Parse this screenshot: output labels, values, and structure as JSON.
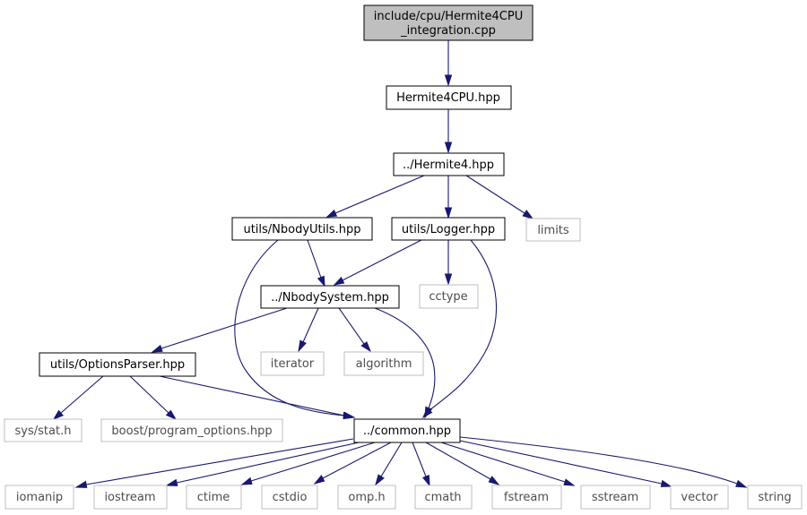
{
  "diagram": {
    "type": "include-dependency-graph",
    "colors": {
      "root_fill": "#bfbfbf",
      "root_border": "#000000",
      "file_fill": "#ffffff",
      "file_border": "#000000",
      "external_border": "#bfbfbf",
      "edge": "#191970"
    },
    "nodes": {
      "root": {
        "lines": [
          "include/cpu/Hermite4CPU",
          "_integration.cpp"
        ]
      },
      "hermite4cpu_hpp": {
        "label": "Hermite4CPU.hpp"
      },
      "hermite4_hpp": {
        "label": "../Hermite4.hpp"
      },
      "nbodyutils_hpp": {
        "label": "utils/NbodyUtils.hpp"
      },
      "logger_hpp": {
        "label": "utils/Logger.hpp"
      },
      "limits": {
        "label": "limits"
      },
      "nbodysystem_hpp": {
        "label": "../NbodySystem.hpp"
      },
      "cctype": {
        "label": "cctype"
      },
      "optionsparser_hpp": {
        "label": "utils/OptionsParser.hpp"
      },
      "iterator": {
        "label": "iterator"
      },
      "algorithm": {
        "label": "algorithm"
      },
      "sys_stat_h": {
        "label": "sys/stat.h"
      },
      "boost_program_options_hpp": {
        "label": "boost/program_options.hpp"
      },
      "common_hpp": {
        "label": "../common.hpp"
      },
      "iomanip": {
        "label": "iomanip"
      },
      "iostream": {
        "label": "iostream"
      },
      "ctime": {
        "label": "ctime"
      },
      "cstdio": {
        "label": "cstdio"
      },
      "omp_h": {
        "label": "omp.h"
      },
      "cmath": {
        "label": "cmath"
      },
      "fstream": {
        "label": "fstream"
      },
      "sstream": {
        "label": "sstream"
      },
      "vector": {
        "label": "vector"
      },
      "string": {
        "label": "string"
      }
    },
    "edges": [
      [
        "root",
        "hermite4cpu_hpp"
      ],
      [
        "hermite4cpu_hpp",
        "hermite4_hpp"
      ],
      [
        "hermite4_hpp",
        "nbodyutils_hpp"
      ],
      [
        "hermite4_hpp",
        "logger_hpp"
      ],
      [
        "hermite4_hpp",
        "limits"
      ],
      [
        "nbodyutils_hpp",
        "nbodysystem_hpp"
      ],
      [
        "nbodyutils_hpp",
        "common_hpp"
      ],
      [
        "logger_hpp",
        "nbodysystem_hpp"
      ],
      [
        "logger_hpp",
        "cctype"
      ],
      [
        "logger_hpp",
        "common_hpp"
      ],
      [
        "nbodysystem_hpp",
        "optionsparser_hpp"
      ],
      [
        "nbodysystem_hpp",
        "iterator"
      ],
      [
        "nbodysystem_hpp",
        "algorithm"
      ],
      [
        "nbodysystem_hpp",
        "common_hpp"
      ],
      [
        "optionsparser_hpp",
        "sys_stat_h"
      ],
      [
        "optionsparser_hpp",
        "boost_program_options_hpp"
      ],
      [
        "optionsparser_hpp",
        "common_hpp"
      ],
      [
        "common_hpp",
        "iomanip"
      ],
      [
        "common_hpp",
        "iostream"
      ],
      [
        "common_hpp",
        "ctime"
      ],
      [
        "common_hpp",
        "cstdio"
      ],
      [
        "common_hpp",
        "omp_h"
      ],
      [
        "common_hpp",
        "cmath"
      ],
      [
        "common_hpp",
        "fstream"
      ],
      [
        "common_hpp",
        "sstream"
      ],
      [
        "common_hpp",
        "vector"
      ],
      [
        "common_hpp",
        "string"
      ]
    ]
  }
}
